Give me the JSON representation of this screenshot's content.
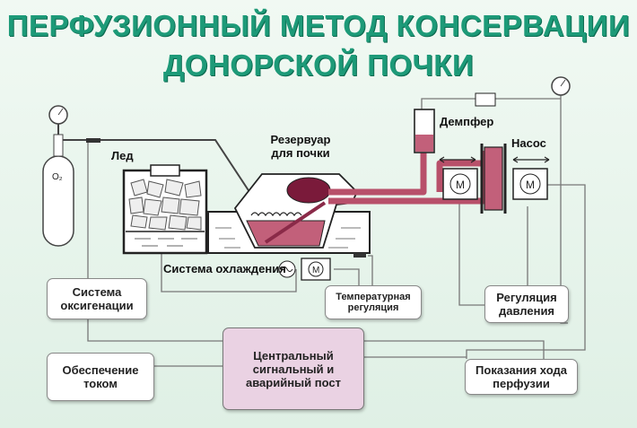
{
  "title_line1": "ПЕРФУЗИОННЫЙ МЕТОД КОНСЕРВАЦИИ",
  "title_line2": "ДОНОРСКОЙ ПОЧКИ",
  "labels": {
    "ice": "Лед",
    "reservoir_line1": "Резервуар",
    "reservoir_line2": "для почки",
    "damper": "Демпфер",
    "pump": "Насос",
    "cooling": "Система охлаждения",
    "o2": "O₂",
    "motor": "M"
  },
  "boxes": {
    "oxygenation": "Система оксигенации",
    "temperature": "Температурная регуляция",
    "pressure": "Регуляция давления",
    "power": "Обеспечение током",
    "central": "Центральный сигнальный и аварийный пост",
    "perfusion": "Показания хода перфузии"
  },
  "colors": {
    "title": "#1d9a78",
    "fluid": "#c2607a",
    "tube": "#b8506a",
    "central_box": "#ead2e3"
  }
}
